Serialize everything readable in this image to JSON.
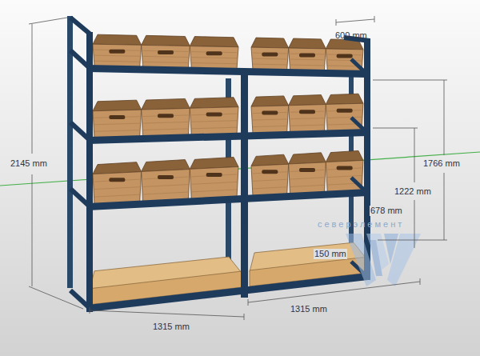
{
  "diagram": {
    "labels": [
      "600 mm",
      "2145 mm",
      "1766 mm",
      "1222 mm",
      "678 mm",
      "150 mm",
      "1315 mm",
      "1315 mm",
      "северэлемент"
    ]
  }
}
